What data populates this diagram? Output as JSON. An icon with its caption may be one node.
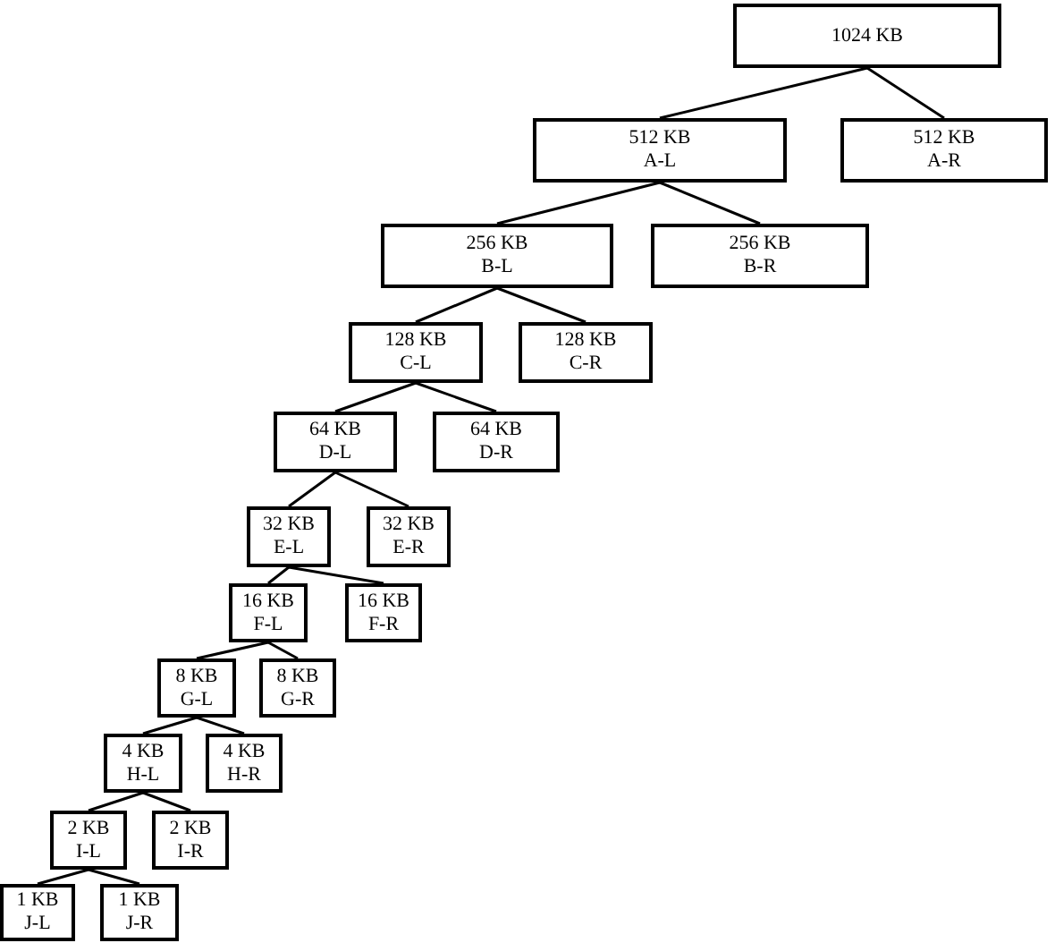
{
  "diagram": {
    "nodes": [
      {
        "text": [
          "1024 KB"
        ]
      },
      {
        "text": [
          "512 KB",
          "A-L"
        ]
      },
      {
        "text": [
          "512 KB",
          "A-R"
        ]
      },
      {
        "text": [
          "256 KB",
          "B-L"
        ]
      },
      {
        "text": [
          "256 KB",
          "B-R"
        ]
      },
      {
        "text": [
          "128 KB",
          "C-L"
        ]
      },
      {
        "text": [
          "128 KB",
          "C-R"
        ]
      },
      {
        "text": [
          "64 KB",
          "D-L"
        ]
      },
      {
        "text": [
          "64 KB",
          "D-R"
        ]
      },
      {
        "text": [
          "32 KB",
          "E-L"
        ]
      },
      {
        "text": [
          "32 KB",
          "E-R"
        ]
      },
      {
        "text": [
          "16 KB",
          "F-L"
        ]
      },
      {
        "text": [
          "16 KB",
          "F-R"
        ]
      },
      {
        "text": [
          "8 KB",
          "G-L"
        ]
      },
      {
        "text": [
          "8 KB",
          "G-R"
        ]
      },
      {
        "text": [
          "4 KB",
          "H-L"
        ]
      },
      {
        "text": [
          "4 KB",
          "H-R"
        ]
      },
      {
        "text": [
          "2 KB",
          "I-L"
        ]
      },
      {
        "text": [
          "2 KB",
          "I-R"
        ]
      },
      {
        "text": [
          "1 KB",
          "J-L"
        ]
      },
      {
        "text": [
          "1 KB",
          "J-R"
        ]
      }
    ],
    "edges": [
      {
        "from": 0,
        "to": 1,
        "arrow": "none"
      },
      {
        "from": 0,
        "to": 2,
        "arrow": "none"
      },
      {
        "from": 1,
        "to": 3,
        "arrow": "none"
      },
      {
        "from": 1,
        "to": 4,
        "arrow": "none"
      },
      {
        "from": 3,
        "to": 5,
        "arrow": "none"
      },
      {
        "from": 3,
        "to": 6,
        "arrow": "none"
      },
      {
        "from": 5,
        "to": 7,
        "arrow": "none"
      },
      {
        "from": 5,
        "to": 8,
        "arrow": "none"
      },
      {
        "from": 7,
        "to": 9,
        "arrow": "none"
      },
      {
        "from": 7,
        "to": 10,
        "arrow": "none"
      },
      {
        "from": 9,
        "to": 11,
        "arrow": "none"
      },
      {
        "from": 9,
        "to": 12,
        "arrow": "none"
      },
      {
        "from": 11,
        "to": 13,
        "arrow": "none"
      },
      {
        "from": 11,
        "to": 14,
        "arrow": "none"
      },
      {
        "from": 13,
        "to": 15,
        "arrow": "none"
      },
      {
        "from": 13,
        "to": 16,
        "arrow": "none"
      },
      {
        "from": 15,
        "to": 17,
        "arrow": "none"
      },
      {
        "from": 15,
        "to": 18,
        "arrow": "none"
      },
      {
        "from": 17,
        "to": 19,
        "arrow": "none"
      },
      {
        "from": 17,
        "to": 20,
        "arrow": "none"
      }
    ]
  }
}
